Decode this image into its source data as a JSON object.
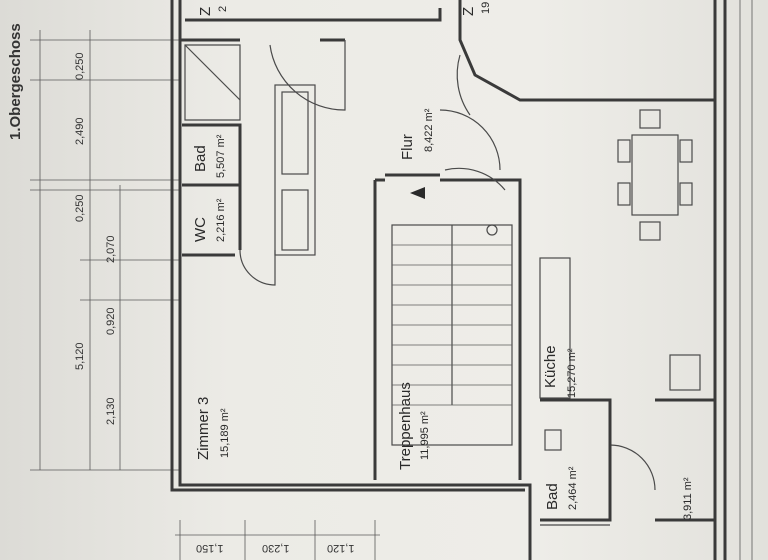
{
  "floor_title": "1.Obergeschoss",
  "rooms": {
    "top_left": {
      "label": "Z",
      "area": "2"
    },
    "top_right": {
      "label": "Z",
      "area": "19"
    },
    "bad_upper": {
      "label": "Bad",
      "area": "5,507 m²"
    },
    "wc": {
      "label": "WC",
      "area": "2,216 m²"
    },
    "flur": {
      "label": "Flur",
      "area": "8,422 m²"
    },
    "zimmer3": {
      "label": "Zimmer 3",
      "area": "15,189 m²"
    },
    "treppenhaus": {
      "label": "Treppenhaus",
      "area": "11,995 m²"
    },
    "kueche": {
      "label": "Küche",
      "area": "15,270 m²"
    },
    "bad_lower": {
      "label": "Bad",
      "area": "2,464 m²"
    },
    "bottom_right": {
      "area": "3,911 m²"
    }
  },
  "dimensions_left": [
    "0,250",
    "2,490",
    "0,250",
    "2,070",
    "0,920",
    "2,130"
  ],
  "dimension_total": "5,120",
  "dimensions_bottom": [
    "1,150",
    "1,230",
    "1,120"
  ],
  "colors": {
    "line": "#3a3a3a",
    "paper": "#ecebe6"
  }
}
